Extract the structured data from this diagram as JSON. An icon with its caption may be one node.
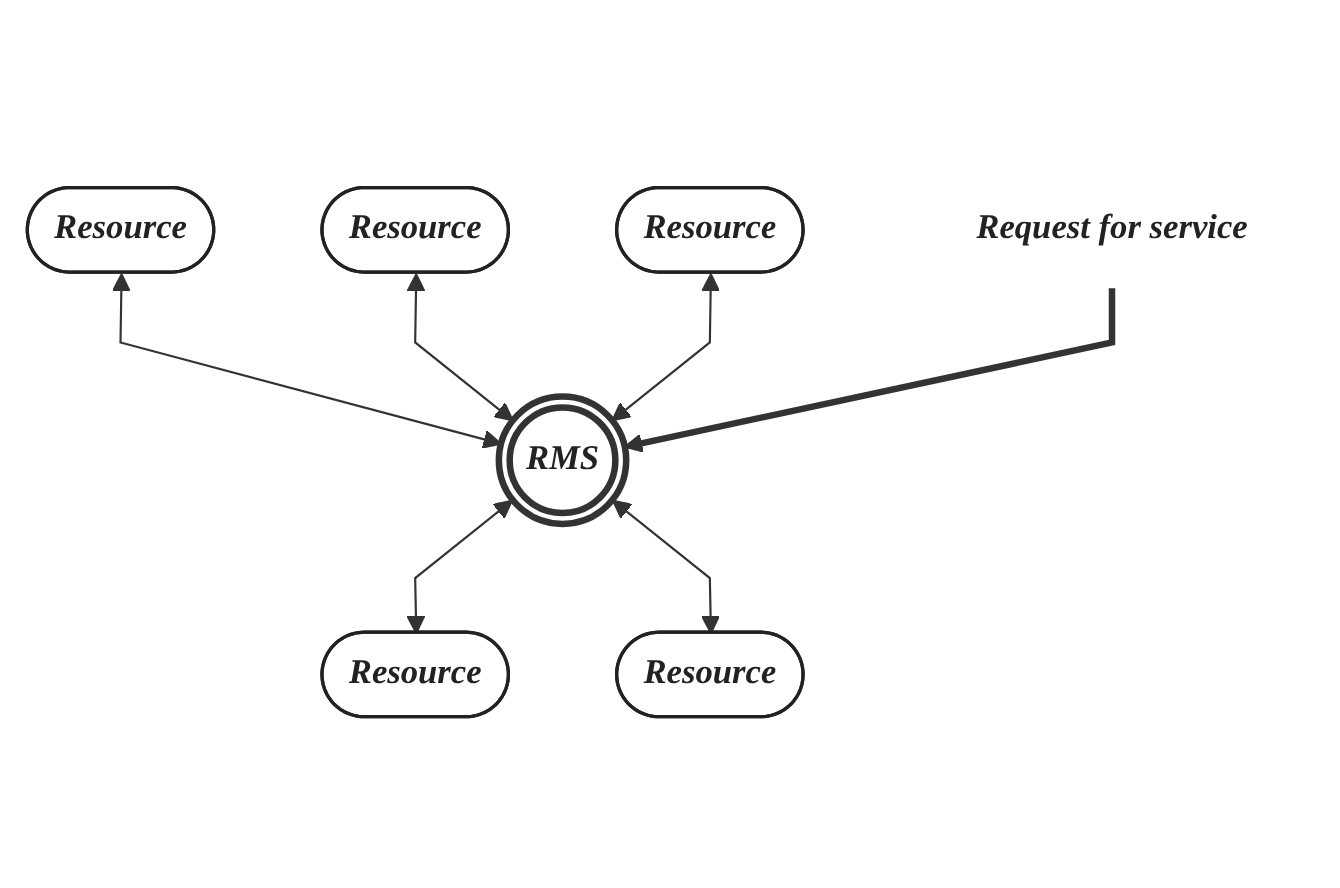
{
  "diagram": {
    "nodes": [
      {
        "text": [
          "Resource"
        ]
      },
      {
        "text": [
          "Resource"
        ]
      },
      {
        "text": [
          "Resource"
        ]
      },
      {
        "text": [
          "RMS"
        ]
      },
      {
        "text": [
          "Resource"
        ]
      },
      {
        "text": [
          "Resource"
        ]
      },
      {
        "text": [
          "Request for service"
        ]
      }
    ],
    "edges": [
      {
        "from": 0,
        "to": 3,
        "arrow": "both"
      },
      {
        "from": 1,
        "to": 3,
        "arrow": "both"
      },
      {
        "from": 2,
        "to": 3,
        "arrow": "both"
      },
      {
        "from": 3,
        "to": 4,
        "arrow": "both"
      },
      {
        "from": 3,
        "to": 5,
        "arrow": "both"
      },
      {
        "from": 6,
        "to": 3,
        "arrow": "to",
        "style": "thick"
      }
    ]
  }
}
